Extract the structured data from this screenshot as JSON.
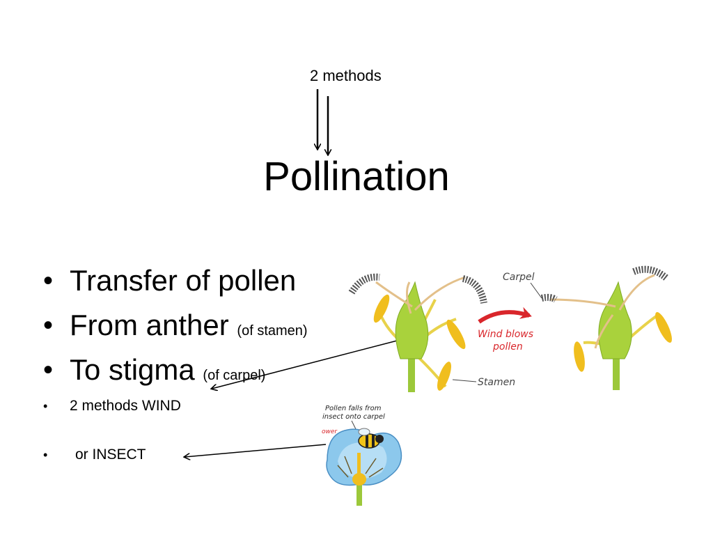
{
  "slide": {
    "top_note": "2 methods",
    "title": "Pollination",
    "bullets": [
      {
        "text": "Transfer of pollen",
        "note": ""
      },
      {
        "text": "From anther",
        "note": "(of stamen)"
      },
      {
        "text": "To stigma",
        "note": "(of carpel)"
      },
      {
        "text": "2 methods WIND",
        "note": ""
      },
      {
        "text": "or INSECT",
        "note": ""
      }
    ],
    "bullet_symbol": "•"
  },
  "wind_figure": {
    "carpel_label": "Carpel",
    "arrow_label_line1": "Wind blows",
    "arrow_label_line2": "pollen",
    "stamen_label": "Stamen"
  },
  "insect_figure": {
    "caption_line1": "Pollen falls from",
    "caption_line2": "insect onto carpel",
    "partial_label": "ower"
  },
  "colors": {
    "petal_green": "#a9d23c",
    "stem_green": "#9cc83a",
    "anther_yellow": "#f0be1e",
    "stigma_gray": "#555555",
    "arrow_red": "#d9262b",
    "petal_blue": "#8cc8ec"
  }
}
